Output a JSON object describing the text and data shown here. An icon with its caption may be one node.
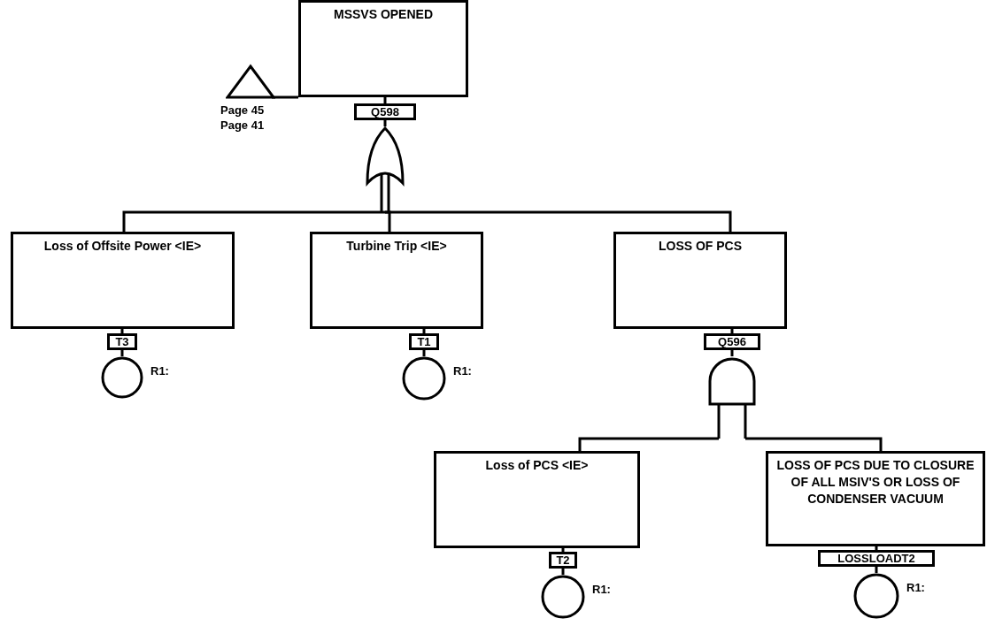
{
  "diagram": {
    "nodes": [
      {
        "text": [
          "MSSVS OPENED"
        ]
      },
      {
        "text": [],
        "shape": "triangle",
        "beside": [
          "Page 45",
          "Page 41"
        ]
      },
      {
        "text": [
          "Q598"
        ]
      },
      {
        "text": [],
        "shape": "or-gate"
      },
      {
        "text": [
          "Loss of Offsite Power <IE>"
        ]
      },
      {
        "text": [
          "T3"
        ]
      },
      {
        "text": [],
        "shape": "circle",
        "beside": [
          "R1:"
        ]
      },
      {
        "text": [
          "Turbine Trip <IE>"
        ]
      },
      {
        "text": [
          "T1"
        ]
      },
      {
        "text": [],
        "shape": "circle",
        "beside": [
          "R1:"
        ]
      },
      {
        "text": [
          "LOSS OF PCS"
        ]
      },
      {
        "text": [
          "Q596"
        ]
      },
      {
        "text": [],
        "shape": "and-gate"
      },
      {
        "text": [
          "Loss of PCS <IE>"
        ]
      },
      {
        "text": [
          "T2"
        ]
      },
      {
        "text": [],
        "shape": "circle",
        "beside": [
          "R1:"
        ]
      },
      {
        "text": [
          "LOSS OF PCS DUE TO CLOSURE OF ALL MSIV'S OR LOSS OF CONDENSER VACUUM"
        ]
      },
      {
        "text": [
          "LOSSLOADT2"
        ]
      },
      {
        "text": [],
        "shape": "circle",
        "beside": [
          "R1:"
        ]
      }
    ],
    "edges": [
      {
        "from": 1,
        "to": 0,
        "arrow": "none"
      },
      {
        "from": 0,
        "to": 2,
        "arrow": "none"
      },
      {
        "from": 2,
        "to": 3,
        "arrow": "none"
      },
      {
        "from": 3,
        "to": 4,
        "arrow": "none"
      },
      {
        "from": 3,
        "to": 7,
        "arrow": "none"
      },
      {
        "from": 3,
        "to": 10,
        "arrow": "none"
      },
      {
        "from": 4,
        "to": 5,
        "arrow": "none"
      },
      {
        "from": 5,
        "to": 6,
        "arrow": "none"
      },
      {
        "from": 7,
        "to": 8,
        "arrow": "none"
      },
      {
        "from": 8,
        "to": 9,
        "arrow": "none"
      },
      {
        "from": 10,
        "to": 11,
        "arrow": "none"
      },
      {
        "from": 11,
        "to": 12,
        "arrow": "none"
      },
      {
        "from": 12,
        "to": 13,
        "arrow": "none"
      },
      {
        "from": 12,
        "to": 16,
        "arrow": "none"
      },
      {
        "from": 13,
        "to": 14,
        "arrow": "none"
      },
      {
        "from": 14,
        "to": 15,
        "arrow": "none"
      },
      {
        "from": 16,
        "to": 17,
        "arrow": "none"
      },
      {
        "from": 17,
        "to": 18,
        "arrow": "none"
      }
    ]
  }
}
